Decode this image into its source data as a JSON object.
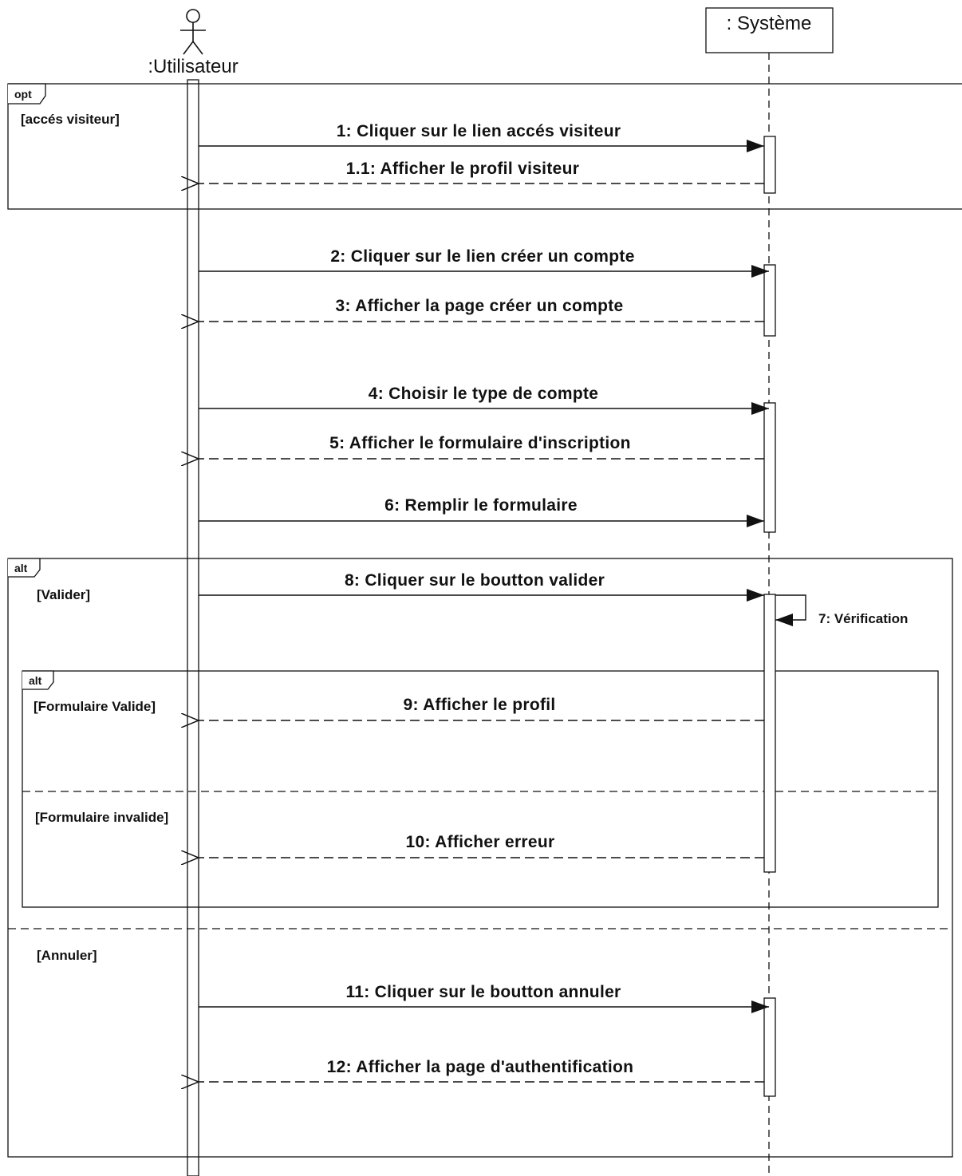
{
  "lifelines": {
    "actor": ":Utilisateur",
    "system": ": Système"
  },
  "fragments": {
    "opt": {
      "tag": "opt",
      "guard": "[accés visiteur]"
    },
    "alt_outer": {
      "tag": "alt",
      "guard_1": "[Valider]",
      "guard_2": "[Annuler]"
    },
    "alt_inner": {
      "tag": "alt",
      "guard_1": "[Formulaire Valide]",
      "guard_2": "[Formulaire invalide]"
    }
  },
  "messages": {
    "m1": "1: Cliquer sur le lien accés visiteur",
    "m1_1": "1.1: Afficher le profil visiteur",
    "m2": "2: Cliquer sur le lien créer un compte",
    "m3": "3: Afficher la page créer un compte",
    "m4": "4: Choisir le type de compte",
    "m5": "5: Afficher le formulaire d'inscription",
    "m6": "6: Remplir le formulaire",
    "m8": "8: Cliquer sur le boutton valider",
    "m7": "7: Vérification",
    "m9": "9: Afficher le profil",
    "m10": "10: Afficher erreur",
    "m11": "11: Cliquer sur le boutton annuler",
    "m12": "12: Afficher la page d'authentification"
  }
}
